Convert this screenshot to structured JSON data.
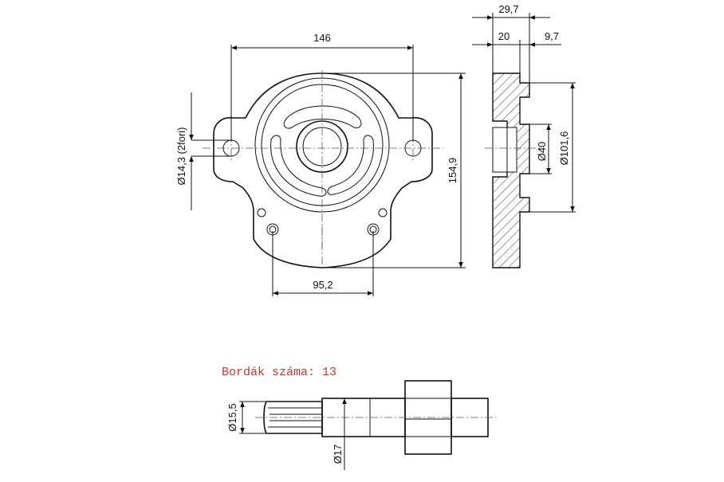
{
  "dimensions": {
    "width_146": "146",
    "height_154_9": "154,9",
    "bolt_spacing_95_2": "95,2",
    "hole_dia_14_3": "Ø14,3 (2fori)",
    "total_29_7": "29,7",
    "flange_20": "20",
    "pilot_9_7": "9,7",
    "bore_40": "Ø40",
    "pilot_dia_101_6": "Ø101,6",
    "shaft_15_5": "Ø15,5",
    "shaft_17": "Ø17"
  },
  "note": {
    "splines": "Bordák száma: 13"
  }
}
